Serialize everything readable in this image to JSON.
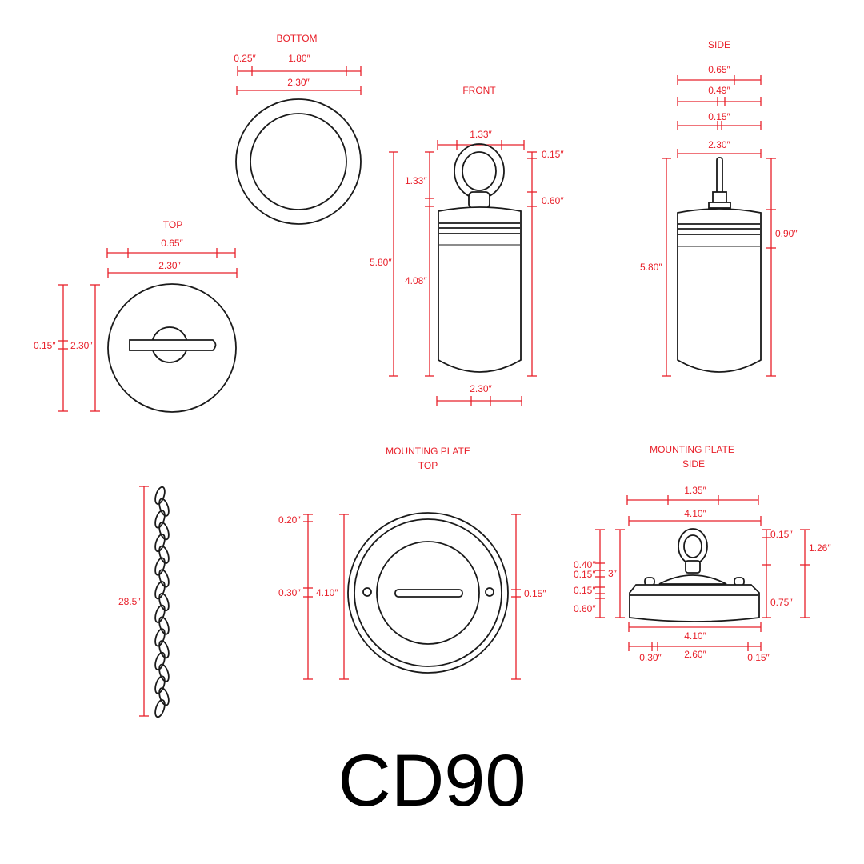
{
  "model": "CD90",
  "views": {
    "bottom": {
      "title": "BOTTOM",
      "dims": [
        "0.25″",
        "1.80″",
        "2.30″"
      ]
    },
    "top": {
      "title": "TOP",
      "dims": [
        "0.65″",
        "2.30″",
        "0.15″",
        "2.30″"
      ]
    },
    "front": {
      "title": "FRONT",
      "dims": [
        "1.33″",
        "0.15″",
        "1.33″",
        "0.60″",
        "5.80″",
        "4.08″",
        "2.30″"
      ]
    },
    "side": {
      "title": "SIDE",
      "dims": [
        "0.65″",
        "0.49″",
        "0.15″",
        "2.30″",
        "0.90″",
        "5.80″"
      ]
    },
    "chain": {
      "dims": [
        "28.5″"
      ]
    },
    "mounting_top": {
      "title_line1": "MOUNTING PLATE",
      "title_line2": "TOP",
      "dims": [
        "0.20″",
        "0.30″",
        "4.10″",
        "0.15″"
      ]
    },
    "mounting_side": {
      "title_line1": "MOUNTING PLATE",
      "title_line2": "SIDE",
      "dims": [
        "1.35″",
        "4.10″",
        "0.15″",
        "1.26″",
        "0.40″",
        "0.15″",
        "3″",
        "0.15″",
        "0.75″",
        "0.60″",
        "4.10″",
        "0.30″",
        "2.60″",
        "0.15″"
      ]
    }
  }
}
